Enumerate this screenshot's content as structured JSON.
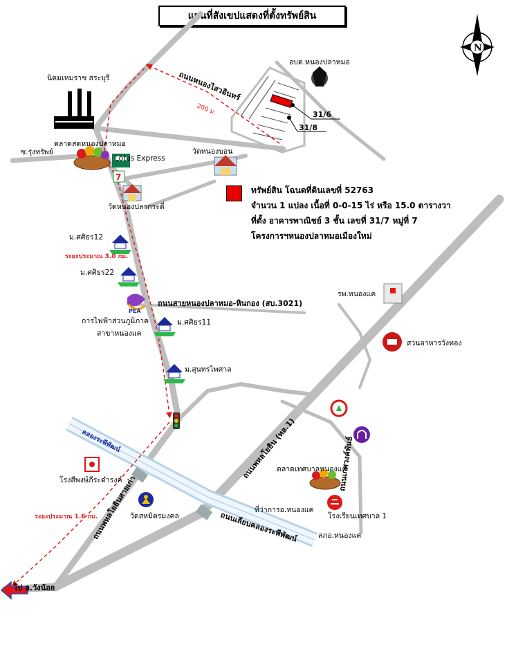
{
  "title": "แผนที่สังเขปแสดงที่ตั้งทรัพย์สิน",
  "compass": {
    "letter": "N"
  },
  "property": {
    "line1": "ทรัพย์สิน  โฉนดที่ดินเลขที่ 52763",
    "line2": "จำนวน 1 แปลง เนื้อที่ 0-0-15 ไร่ หรือ 15.0 ตารางวา",
    "line3": "ที่ตั้ง อาคารพาณิชย์ 3 ชั้น เลขที่ 31/7 หมู่ที่ 7",
    "line4": "โครงการฯหนองปลาหมอเมืองใหม่",
    "color": "#e60000"
  },
  "places": {
    "industrial": "นิคมเหมราช สระบุรี",
    "obt": "อบต.หนองปลาหมอ",
    "plot_316": "31/6",
    "plot_318": "31/8",
    "road_nongsaiyan": "ถนนหนองไสวอินทร์",
    "dist_200": "200 ม.",
    "soi_rungsap": "ซ.รุ่งทรัพย์",
    "market_nongplamo": "ตลาดสดหนองปลาหมอ",
    "wat_nongbon": "วัดหนองบอน",
    "wat_nongplakradi": "วัดหนองปลากระดี่",
    "store_brand": "Lotus Express",
    "mu_sirin12": "ม.ศศิธร12",
    "dist_30": "ระยะประมาณ 3.0 กม.",
    "mu_sirin22": "ม.ศศิธร22",
    "road_nongplamo_hinkong": "ถนนสายหนองปลาหมอ-หินกอง (สบ.3021)",
    "pea_logo": "PEA",
    "pea_name_1": "การไฟฟ้าส่วนภูมิภาค",
    "pea_name_2": "สาขาหนองแค",
    "mu_sirin11": "ม.ศศิธร11",
    "hospital": "รพ.หนองแค",
    "restaurant": "สวนอาหารวังทอง",
    "mu_suntharaphaisan": "ม.สุนทรไพศาล",
    "road_phahon_thl1": "ถนนพหลโยธิน (ทล.1)",
    "klong_raphiphat": "คลองระพีพัฒน์",
    "rongsi": "โรงสีพงษ์ภีระดำรงค์",
    "road_phahon_old": "ถนนพหลโยธินสายเก่า",
    "dist_16": "ระยะประมาณ 1.6 กม.",
    "wat_samakkhi": "วัดสหมิตรมงคล",
    "market_tessaban": "ตลาดเทศบาลหนองแค",
    "road_kittikhachorn": "ถนนเกศวงค์พันธ์",
    "amphoe_office": "ที่ว่าการอ.หนองแค",
    "school": "โรงเรียนเทศบาล 1",
    "police": "สภอ.หนองแค",
    "road_klong": "ถนนเลียบคลองระพีพัฒน์",
    "to_wangnoi": "ไป อ.วังน้อย"
  }
}
